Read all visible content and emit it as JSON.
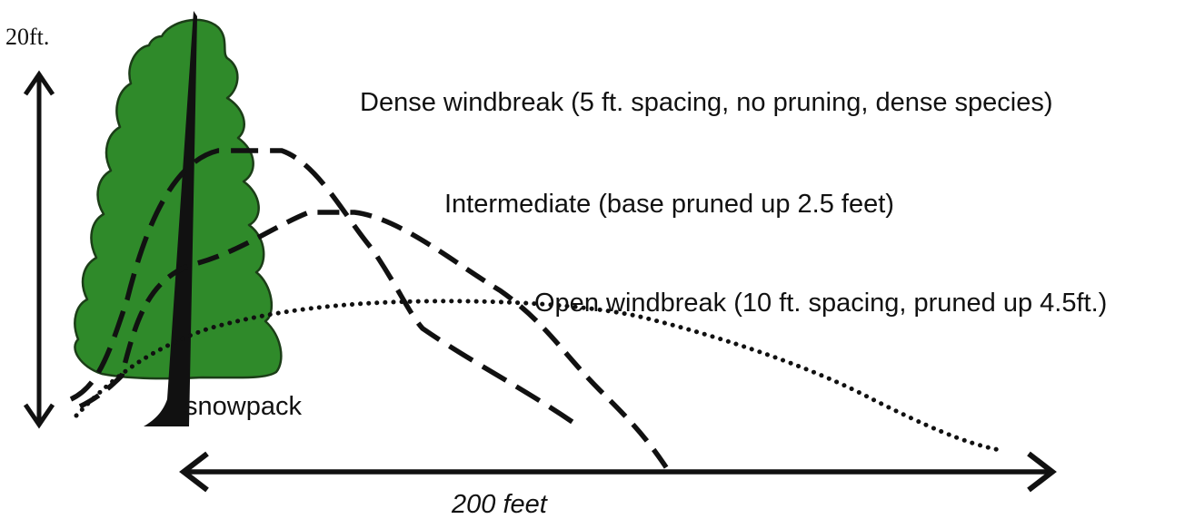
{
  "labels": {
    "height": "20ft.",
    "dense": "Dense windbreak (5 ft. spacing, no pruning, dense species)",
    "intermediate": "Intermediate (base pruned up 2.5 feet)",
    "open": "Open windbreak (10 ft. spacing, pruned up 4.5ft.)",
    "snowpack": "snowpack",
    "distance": "200 feet"
  },
  "colors": {
    "tree_fill": "#2f8a2a",
    "trunk": "#111111",
    "lines": "#111111",
    "background": "#ffffff"
  }
}
